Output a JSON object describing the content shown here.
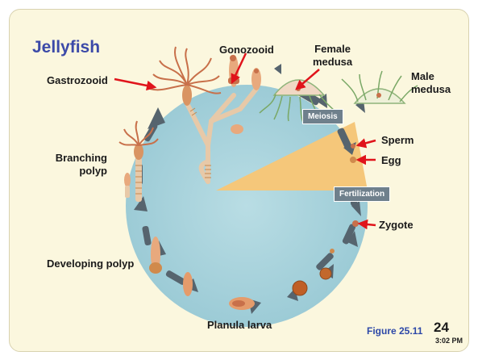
{
  "title": "Jellyfish",
  "labels": {
    "gastrozooid": "Gastrozooid",
    "gonozooid": "Gonozooid",
    "female_medusa": "Female\nmedusa",
    "male_medusa": "Male\nmedusa",
    "meiosis": "Meiosis",
    "sperm": "Sperm",
    "egg": "Egg",
    "fertilization": "Fertilization",
    "zygote": "Zygote",
    "branching_polyp": "Branching\npolyp",
    "developing_polyp": "Developing polyp",
    "planula_larva": "Planula larva"
  },
  "footer": {
    "figure": "Figure 25.11",
    "slide_number": "24",
    "clock": "3:02 PM"
  },
  "colors": {
    "background": "#fbf7de",
    "cycle_circle": "#a9d3dc",
    "haploid_wedge": "#f5c77a",
    "cycle_arrow": "#56646e",
    "pointer_arrow": "#e0141b",
    "title": "#3c4aa8",
    "organism": "#c8704a"
  }
}
